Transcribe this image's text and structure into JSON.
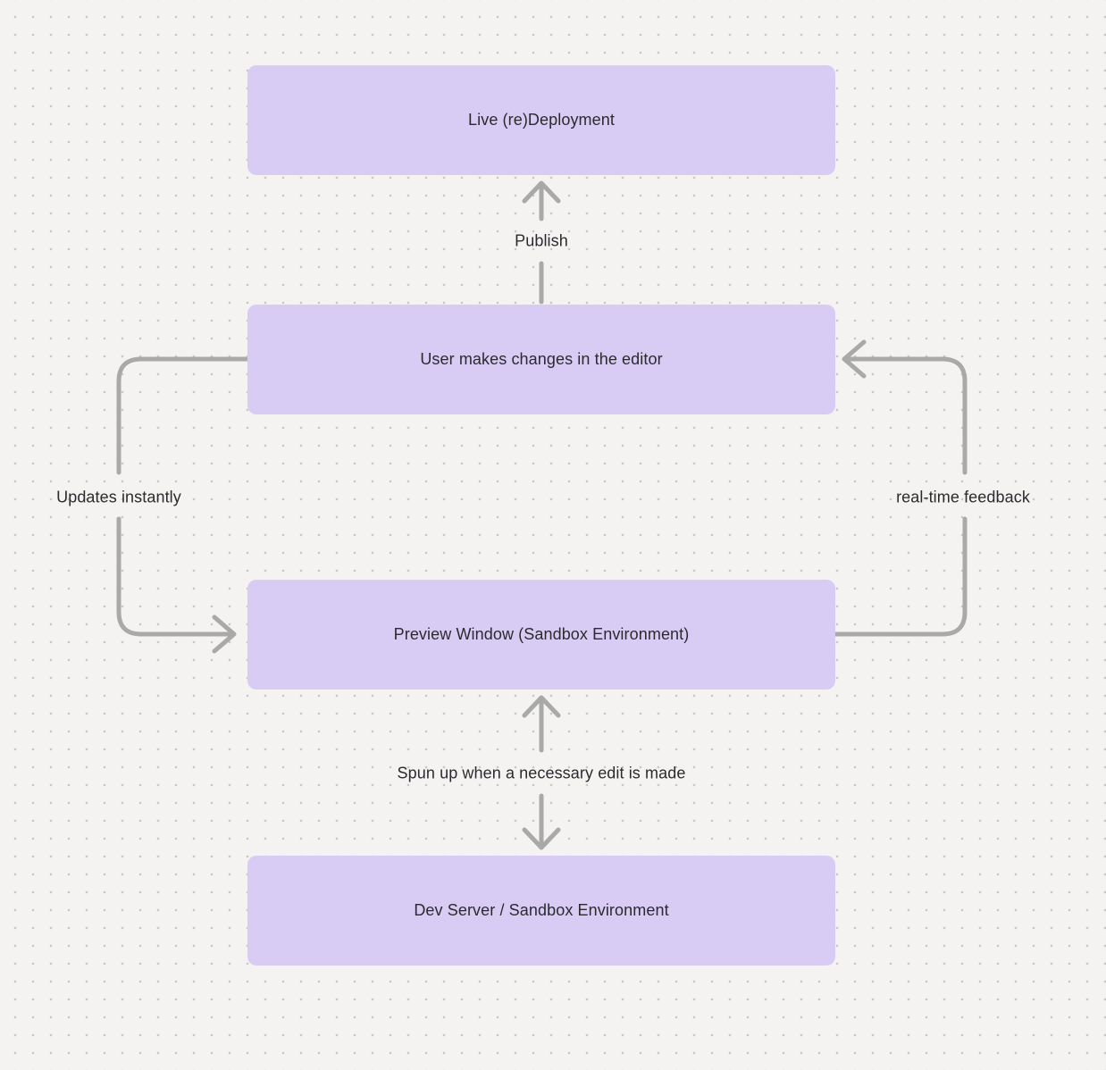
{
  "diagram": {
    "type": "flowchart",
    "background_color": "#f4f3f1",
    "dot_grid_color": "#c7c7c7",
    "node_fill_color": "#d8ccf4",
    "arrow_color": "#a9a9a9",
    "text_color": "#2b2b2f"
  },
  "nodes": [
    {
      "id": "live-redeployment",
      "label": "Live (re)Deployment"
    },
    {
      "id": "user-editor",
      "label": "User makes changes in the editor"
    },
    {
      "id": "preview-window",
      "label": "Preview Window (Sandbox Environment)"
    },
    {
      "id": "dev-server",
      "label": "Dev Server / Sandbox Environment"
    }
  ],
  "edges": [
    {
      "id": "publish",
      "label": "Publish",
      "from": "user-editor",
      "to": "live-redeployment",
      "bidirectional": false
    },
    {
      "id": "updates-instantly",
      "label": "Updates instantly",
      "from": "user-editor",
      "to": "preview-window",
      "bidirectional": false
    },
    {
      "id": "real-time-feedback",
      "label": "real-time feedback",
      "from": "preview-window",
      "to": "user-editor",
      "bidirectional": false
    },
    {
      "id": "spun-up",
      "label": "Spun up when a necessary edit is made",
      "from": "preview-window",
      "to": "dev-server",
      "bidirectional": true
    }
  ]
}
